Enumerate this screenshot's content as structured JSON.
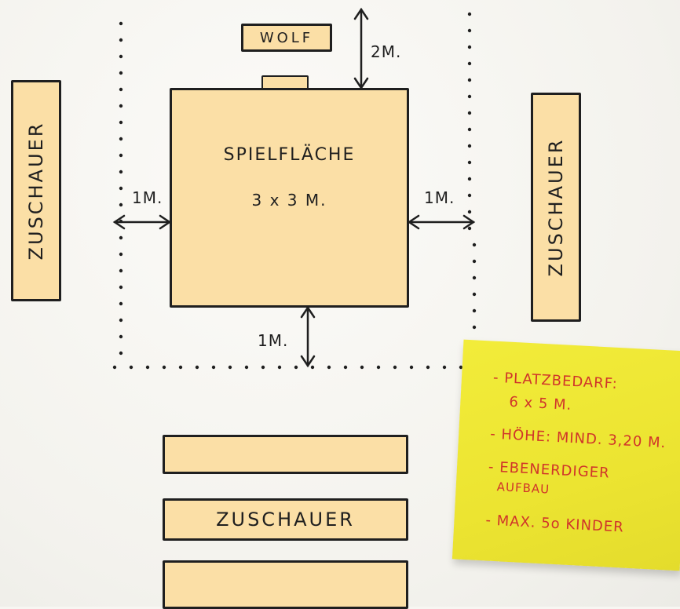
{
  "diagram": {
    "wolf_label": "WOLF",
    "play_area_label": "SPIELFLÄCHE",
    "play_area_size": "3 x 3 M.",
    "audience_label": "ZUSCHAUER",
    "dim_top": "2M.",
    "dim_left": "1M.",
    "dim_right": "1M.",
    "dim_bottom": "1M."
  },
  "sticky_note": {
    "lines": [
      "- PLATZBEDARF:",
      "6 x 5 M.",
      "- HÖHE: MIND. 3,20 M.",
      "- EBENERDIGER",
      "AUFBAU",
      "- MAX. 5o KINDER"
    ]
  },
  "colors": {
    "box_fill": "#fbdfa6",
    "ink": "#1f1f1f",
    "note_yellow": "#ece431",
    "note_ink": "#d0342a"
  }
}
